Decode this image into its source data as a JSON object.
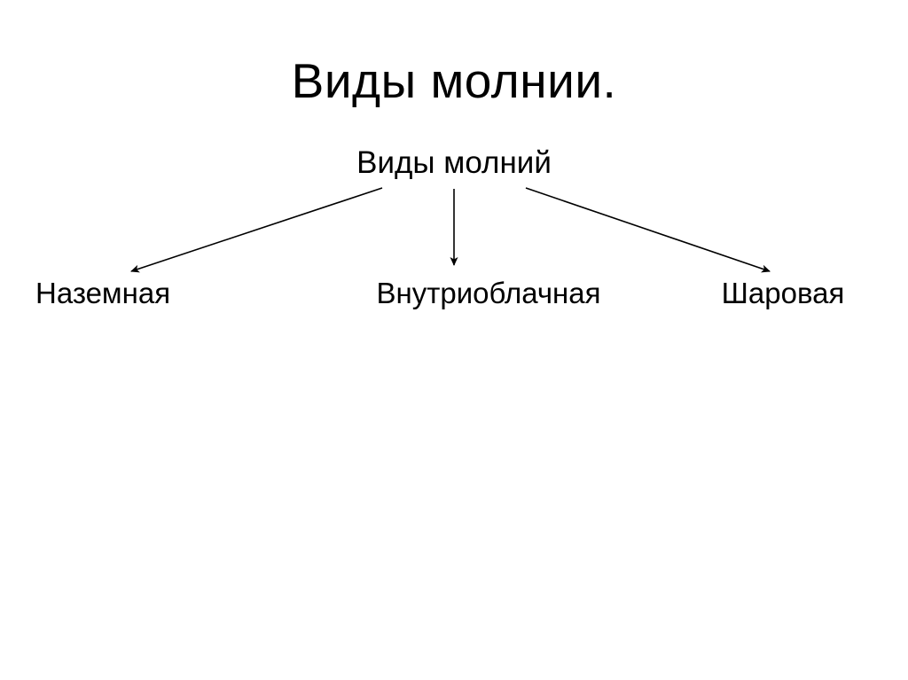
{
  "slide": {
    "title": "Виды молнии."
  },
  "diagram": {
    "root": "Виды молний",
    "children": [
      {
        "label": "Наземная"
      },
      {
        "label": "Внутриоблачная"
      },
      {
        "label": "Шаровая"
      }
    ]
  },
  "colors": {
    "background": "#ffffff",
    "text": "#000000",
    "arrow": "#000000"
  }
}
